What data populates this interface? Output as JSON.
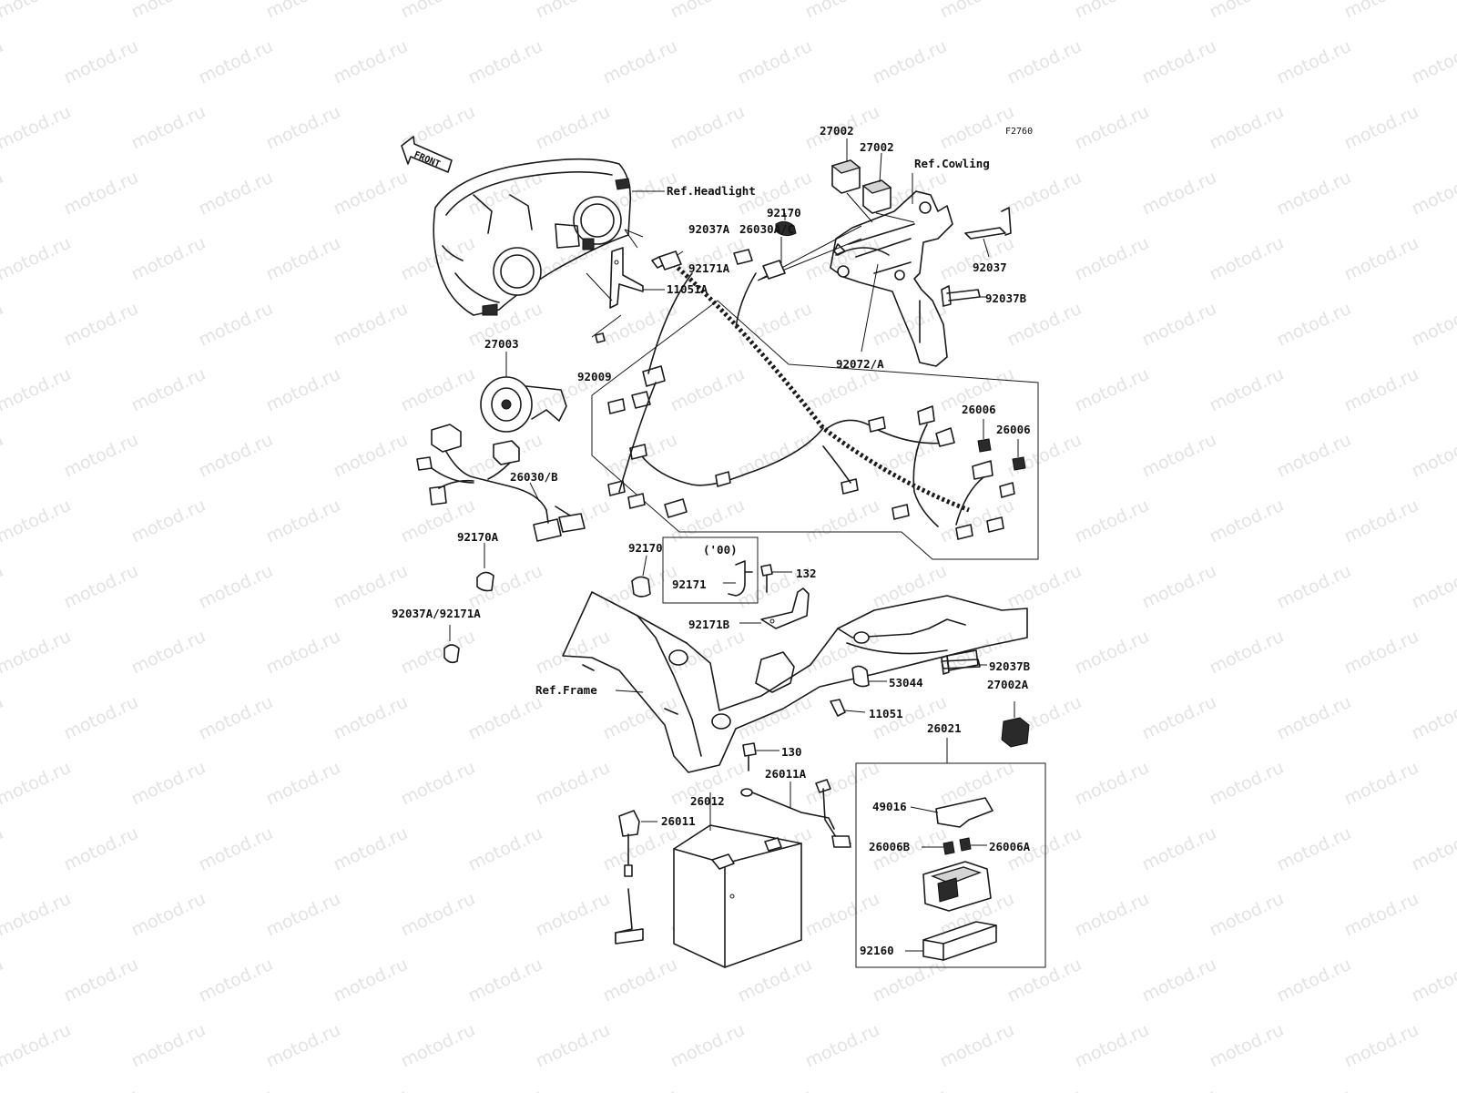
{
  "watermark": "motod.ru",
  "figure_code": "F2760",
  "front_arrow": "FRONT",
  "year_note": "('00)",
  "labels": {
    "ref_headlight": "Ref.Headlight",
    "ref_cowling": "Ref.Cowling",
    "ref_frame": "Ref.Frame",
    "p27002_a": "27002",
    "p27002_b": "27002",
    "p92170_top": "92170",
    "p92037": "92037",
    "p92037B_top": "92037B",
    "p92037A_top": "92037A",
    "p92171A_top": "92171A",
    "p11051A": "11051A",
    "p26030AC": "26030A/C",
    "p92072A": "92072/A",
    "p27003": "27003",
    "p92009": "92009",
    "p26006_a": "26006",
    "p26006_b": "26006",
    "p26030B": "26030/B",
    "p92170A": "92170A",
    "p92170_mid": "92170",
    "p92171": "92171",
    "p132": "132",
    "p92171B": "92171B",
    "p92037A_92171A": "92037A/92171A",
    "p92037B_bot": "92037B",
    "p53044": "53044",
    "p27002A": "27002A",
    "p11051": "11051",
    "p130": "130",
    "p26021": "26021",
    "p26011A": "26011A",
    "p26012": "26012",
    "p26011": "26011",
    "p49016": "49016",
    "p26006B": "26006B",
    "p26006A": "26006A",
    "p92160": "92160"
  }
}
